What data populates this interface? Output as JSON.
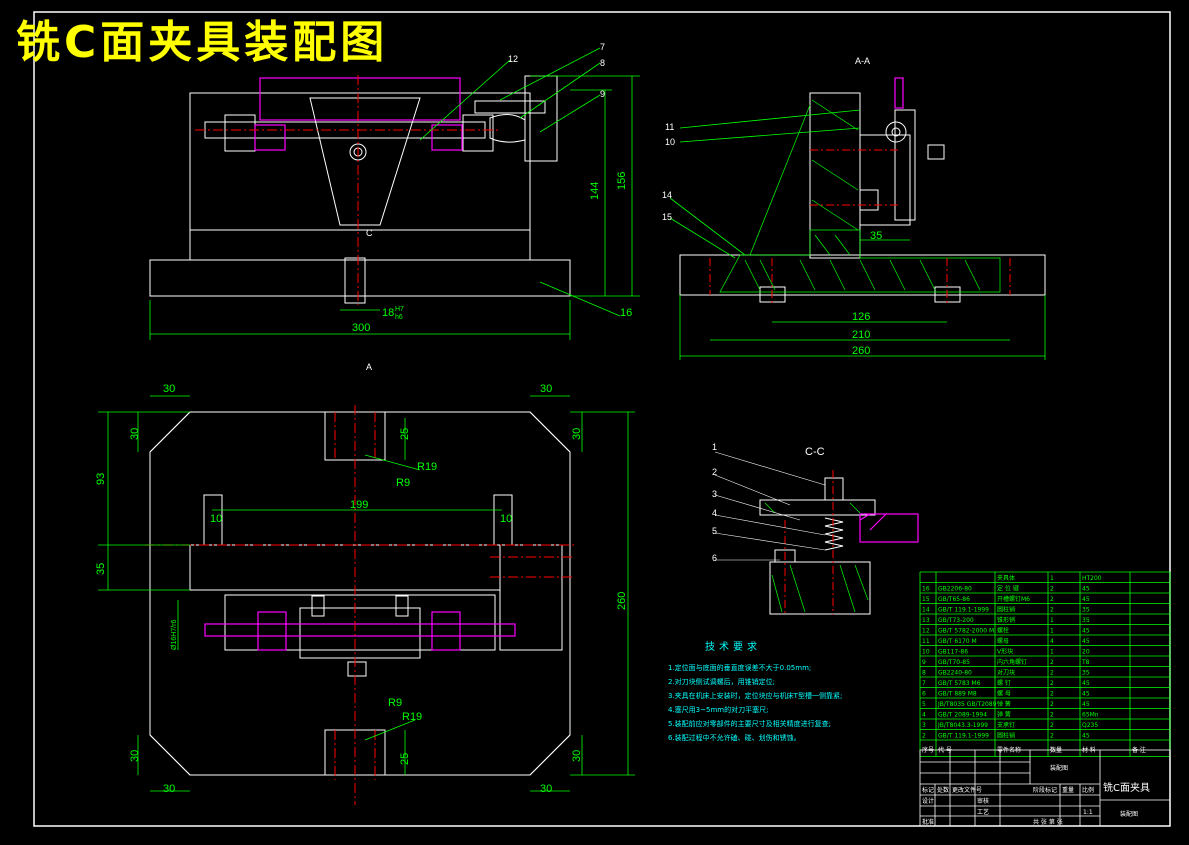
{
  "title": "铣C面夹具装配图",
  "views": {
    "section_aa_label": "A-A",
    "section_cc_label": "C-C",
    "section_mark_c": "C",
    "section_mark_a": "A"
  },
  "dimensions": {
    "front_width": "300",
    "front_slot": "18",
    "front_fit_top": "H7",
    "front_fit_bottom": "h6",
    "front_h1": "144",
    "front_h2": "156",
    "side_35": "35",
    "side_126": "126",
    "side_210": "210",
    "side_260": "260",
    "plan_30a": "30",
    "plan_30b": "30",
    "plan_30c": "30",
    "plan_30d": "30",
    "plan_30e": "30",
    "plan_30f": "30",
    "plan_30g": "30",
    "plan_30h": "30",
    "plan_25a": "25",
    "plan_25b": "25",
    "plan_r19a": "R19",
    "plan_r9a": "R9",
    "plan_r9b": "R9",
    "plan_r19b": "R19",
    "plan_199": "199",
    "plan_10a": "10",
    "plan_10b": "10",
    "plan_93": "93",
    "plan_35": "35",
    "plan_260": "260",
    "plan_fit": "Ø16H7/r6"
  },
  "leaders": {
    "front": [
      "12",
      "7",
      "8",
      "9",
      "16"
    ],
    "side": [
      "11",
      "10",
      "14",
      "15"
    ],
    "cc": [
      "1",
      "2",
      "3",
      "4",
      "5",
      "6"
    ]
  },
  "tech": {
    "heading": "技术要求",
    "items": [
      "1.定位面与底面的垂直度误差不大于0.05mm;",
      "2.对刀块侧试调螺后，用锥销定位;",
      "3.夹具在机床上安装时，定位块应与机床T型槽一侧靠紧;",
      "4.塞尺用3~5mm的对刀平塞尺;",
      "5.装配前应对零部件的主要尺寸及相关精度进行复查;",
      "6.装配过程中不允许磕、碰、划伤和锈蚀。"
    ]
  },
  "bom": {
    "rows": [
      {
        "no": "",
        "code": "",
        "name": "夹具体",
        "qty": "1",
        "mat": "HT200",
        "note": ""
      },
      {
        "no": "16",
        "code": "GB2206-80",
        "name": "定 位 键",
        "qty": "2",
        "mat": "45",
        "note": ""
      },
      {
        "no": "15",
        "code": "GB/T65-86",
        "name": "开槽螺钉M6",
        "qty": "2",
        "mat": "45",
        "note": ""
      },
      {
        "no": "14",
        "code": "GB/T 119.1-1999",
        "name": "圆柱销",
        "qty": "2",
        "mat": "35",
        "note": ""
      },
      {
        "no": "13",
        "code": "GB/T73-200",
        "name": "锥形销",
        "qty": "1",
        "mat": "35",
        "note": ""
      },
      {
        "no": "12",
        "code": "GB/T 5782-2000 M",
        "name": "螺栓",
        "qty": "1",
        "mat": "45",
        "note": ""
      },
      {
        "no": "11",
        "code": "GB/T 6170 M",
        "name": "螺母",
        "qty": "4",
        "mat": "45",
        "note": ""
      },
      {
        "no": "10",
        "code": "GB117-86",
        "name": "V形块",
        "qty": "1",
        "mat": "20",
        "note": ""
      },
      {
        "no": "9",
        "code": "GB/T70-85",
        "name": "内六角螺钉",
        "qty": "2",
        "mat": "T8",
        "note": ""
      },
      {
        "no": "8",
        "code": "GB2240-80",
        "name": "对刀块",
        "qty": "2",
        "mat": "35",
        "note": ""
      },
      {
        "no": "7",
        "code": "GB/T 5783 M6",
        "name": "螺 钉",
        "qty": "2",
        "mat": "45",
        "note": ""
      },
      {
        "no": "6",
        "code": "GB/T 889 M8",
        "name": "螺 母",
        "qty": "2",
        "mat": "45",
        "note": ""
      },
      {
        "no": "5",
        "code": "JB/T8035 GB/T2089",
        "name": "弹 簧",
        "qty": "2",
        "mat": "45",
        "note": ""
      },
      {
        "no": "4",
        "code": "GB/T 2089-1994",
        "name": "弹 簧",
        "qty": "2",
        "mat": "65Mn",
        "note": ""
      },
      {
        "no": "3",
        "code": "JB/T8043.3-1999",
        "name": "支承钉",
        "qty": "2",
        "mat": "Q235",
        "note": ""
      },
      {
        "no": "2",
        "code": "GB/T 119.1-1999",
        "name": "圆柱销",
        "qty": "2",
        "mat": "45",
        "note": ""
      }
    ],
    "header": {
      "no": "序号",
      "code": "代 号",
      "name": "零件名称",
      "qty": "数量",
      "mat": "材 料",
      "note": "备 注"
    }
  },
  "title_block": {
    "drawing_name": "铣C面夹具",
    "assembly_label": "装配图",
    "drawing_type": "装配图",
    "scale": "1:1",
    "c1": "标记",
    "c2": "处数",
    "c3": "更改文件号",
    "c4": "设计",
    "c5": "审核",
    "c6": "工艺",
    "c7": "批准",
    "c8": "阶段标记",
    "c9": "重量",
    "c10": "比例",
    "c11": "共 张 第 张"
  }
}
